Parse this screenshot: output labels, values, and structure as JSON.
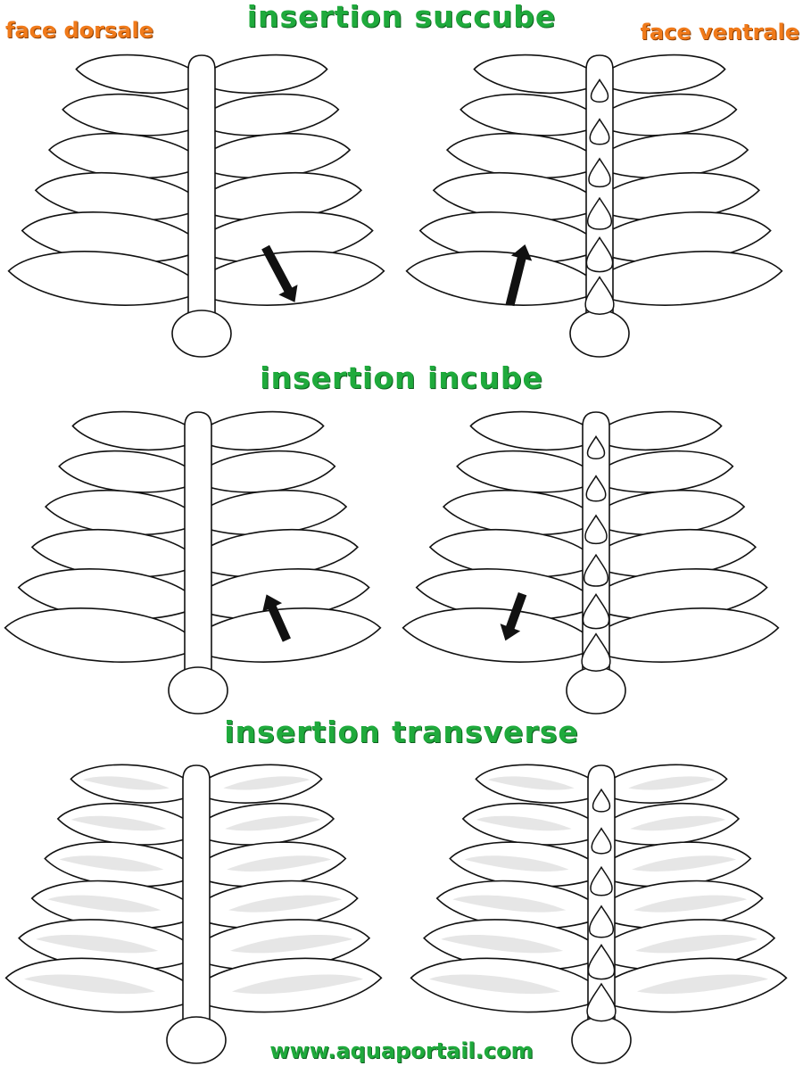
{
  "titles": {
    "succube": "insertion succube",
    "incube": "insertion incube",
    "transverse": "insertion transverse"
  },
  "faces": {
    "dorsal": "face dorsale",
    "ventral": "face ventrale"
  },
  "website": "www.aquaportail.com",
  "colors": {
    "title_green": "#1faa3c",
    "face_orange": "#f07a1a",
    "outline": "#111111",
    "leaf_fill": "#ffffff",
    "vein_gray": "#e6e6e6"
  },
  "panels": [
    {
      "id": "succube-dorsal",
      "row": "succube",
      "face": "dorsal",
      "arrow": "down",
      "arrow_side": "right",
      "ventral_scales": false,
      "veins": false
    },
    {
      "id": "succube-ventral",
      "row": "succube",
      "face": "ventral",
      "arrow": "up",
      "arrow_side": "left",
      "ventral_scales": true,
      "veins": false
    },
    {
      "id": "incube-dorsal",
      "row": "incube",
      "face": "dorsal",
      "arrow": "up",
      "arrow_side": "right",
      "ventral_scales": false,
      "veins": false
    },
    {
      "id": "incube-ventral",
      "row": "incube",
      "face": "ventral",
      "arrow": "down",
      "arrow_side": "left",
      "ventral_scales": true,
      "veins": false
    },
    {
      "id": "transverse-dorsal",
      "row": "transverse",
      "face": "dorsal",
      "arrow": "none",
      "arrow_side": "none",
      "ventral_scales": false,
      "veins": true
    },
    {
      "id": "transverse-ventral",
      "row": "transverse",
      "face": "ventral",
      "arrow": "none",
      "arrow_side": "none",
      "ventral_scales": true,
      "veins": true
    }
  ]
}
